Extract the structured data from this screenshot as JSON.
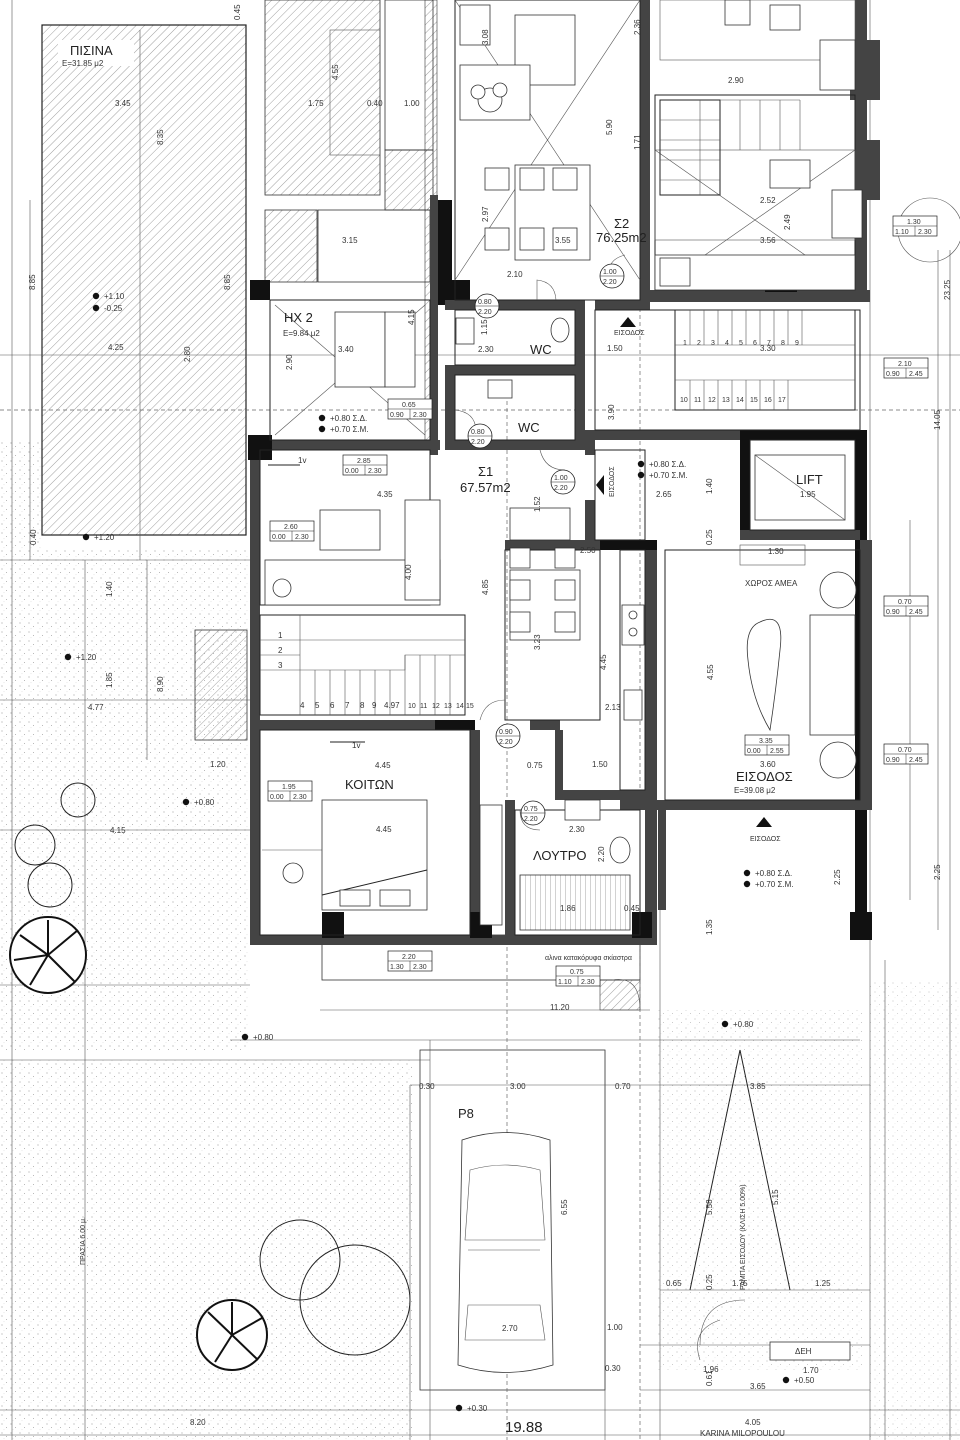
{
  "rooms": {
    "pool": {
      "name": "ΠΙΣΙΝΑ",
      "area": "E=31.85 μ2"
    },
    "hx2": {
      "name": "ΗΧ 2",
      "area": "E=9.84 μ2"
    },
    "wc_upper": {
      "name": "WC"
    },
    "wc_lower": {
      "name": "WC"
    },
    "s2": {
      "name": "Σ2",
      "area": "76.25m2"
    },
    "s1": {
      "name": "Σ1",
      "area": "67.57m2"
    },
    "lift": {
      "name": "LIFT"
    },
    "amea": {
      "name": "ΧΩΡΟΣ ΑΜΕΑ"
    },
    "bedroom": {
      "name": "ΚΟΙΤΩΝ"
    },
    "bathroom": {
      "name": "ΛΟΥΤΡΟ"
    },
    "entrance": {
      "name": "ΕΙΣΟΔΟΣ",
      "area": "E=39.08 μ2"
    },
    "parking": {
      "name": "Ρ8"
    },
    "deh": {
      "name": "ΔΕΗ"
    }
  },
  "entry_marks": [
    "ΕΙΣΟΔΟΣ",
    "ΕΙΣΟΔΟΣ",
    "ΕΙΣΟΔΟΣ"
  ],
  "ramp_text": "ΡΑΜΠΑ ΕΙΣΟΔΟΥ (ΚΛΙΣΗ 5.00%)",
  "front_yard_text": "ΠΡΑΣΙΑ 6.00 μ.",
  "glass_text": "αλινα κατακόρυφα σκίαστρα",
  "watermark": "KARINA MILOPOULOU",
  "total_width": "19.88",
  "levels": {
    "l1": "+0.80 Σ.Δ.",
    "l2": "+0.70 Σ.Μ.",
    "l3": "+0.80 Σ.Δ.",
    "l4": "+0.70 Σ.Μ.",
    "l5": "+0.80 Σ.Δ.",
    "l6": "+0.70 Σ.Μ.",
    "l7": "+1.10",
    "l8": "-0.25",
    "l9": "+1.20",
    "l10": "+1.20",
    "l11": "+0.80",
    "l12": "+0.80",
    "l13": "+0.80",
    "l14": "+0.30",
    "l15": "+0.50"
  },
  "openings": {
    "o1": {
      "a": "1.00",
      "b": "2.20"
    },
    "o2": {
      "a": "0.80",
      "b": "2.20"
    },
    "o3": {
      "a": "0.65",
      "b1": "0.90",
      "b2": "2.30"
    },
    "o4": {
      "a": "0.80",
      "b": "2.20"
    },
    "o5": {
      "a": "1.00",
      "b": "2.20"
    },
    "o6": {
      "a": "2.85",
      "b1": "0.00",
      "b2": "2.30"
    },
    "o7": {
      "a": "2.60",
      "b1": "0.00",
      "b2": "2.30"
    },
    "o8": {
      "a": "0.90",
      "b": "2.20"
    },
    "o9": {
      "a": "1.95",
      "b1": "0.00",
      "b2": "2.30"
    },
    "o10": {
      "a": "0.75",
      "b": "2.20"
    },
    "o11": {
      "a": "3.35",
      "b1": "0.00",
      "b2": "2.55"
    },
    "o12": {
      "a": "2.20",
      "b1": "1.30",
      "b2": "2.30"
    },
    "o13": {
      "a": "0.75",
      "b1": "1.10",
      "b2": "2.30"
    },
    "o14": {
      "a": "1.30",
      "b1": "1.10",
      "b2": "2.30"
    },
    "o15": {
      "a": "2.10",
      "b1": "0.90",
      "b2": "2.45"
    },
    "o16": {
      "a": "0.70",
      "b1": "0.90",
      "b2": "2.45"
    },
    "o17": {
      "a": "0.70",
      "b1": "0.90",
      "b2": "2.45"
    }
  },
  "dims": {
    "d1": "3.45",
    "d2": "1.75",
    "d3": "0.40",
    "d4": "1.00",
    "d5": "8.35",
    "d6": "3.15",
    "d7": "8.85",
    "d8": "8.85",
    "d9": "4.25",
    "d10": "2.80",
    "d11": "3.40",
    "d12": "2.90",
    "d13": "4.15",
    "d14": "2.10",
    "d15": "2.30",
    "d16": "1.15",
    "d17": "1.50",
    "d18": "3.30",
    "d19": "3.90",
    "d20": "2.65",
    "d21": "1.40",
    "d22": "1.95",
    "d23": "4.35",
    "d24": "4.00",
    "d25": "4.85",
    "d26": "2.50",
    "d27": "3.23",
    "d28": "4.45",
    "d29": "4.55",
    "d30": "2.13",
    "d31": "4.97",
    "d32": "4.45",
    "d33": "4.45",
    "d34": "0.75",
    "d35": "1.50",
    "d36": "2.30",
    "d37": "1.86",
    "d38": "0.45",
    "d39": "2.20",
    "d40": "3.60",
    "d41": "1.30",
    "d42": "11.20",
    "d43": "0.30",
    "d44": "3.00",
    "d45": "0.70",
    "d46": "3.85",
    "d47": "6.55",
    "d48": "5.58",
    "d49": "5.15",
    "d50": "0.65",
    "d51": "1.75",
    "d52": "1.25",
    "d53": "2.70",
    "d54": "1.00",
    "d55": "1.96",
    "d56": "1.70",
    "d57": "3.65",
    "d58": "8.20",
    "d59": "4.05",
    "d60": "4.77",
    "d61": "1.20",
    "d62": "4.15",
    "d63": "1.40",
    "d64": "1.85",
    "d65": "8.90",
    "d66": "2.90",
    "d67": "2.36",
    "d68": "5.90",
    "d69": "1.71",
    "d70": "2.52",
    "d71": "2.49",
    "d72": "3.55",
    "d73": "3.56",
    "d74": "3.08",
    "d75": "2.97",
    "d76": "14.05",
    "d77": "23.25",
    "d78": "2.25",
    "d79": "1.35",
    "d80": "0.25",
    "d81": "1.52",
    "d82": "0.30",
    "d83": "0.61",
    "d84": "0.45",
    "d85": "4.55",
    "d86": "0.40",
    "d87": "2.25",
    "d88": "0.25"
  },
  "stairs": {
    "left": [
      "1",
      "2",
      "3",
      "4",
      "5",
      "6",
      "7",
      "8",
      "9",
      "10",
      "11",
      "12",
      "13",
      "14",
      "15"
    ],
    "right": [
      "1",
      "2",
      "3",
      "4",
      "5",
      "6",
      "7",
      "8",
      "9",
      "10",
      "11",
      "12",
      "13",
      "14",
      "15",
      "16",
      "17"
    ],
    "left_tick": "1v",
    "left_tick2": "1v"
  }
}
